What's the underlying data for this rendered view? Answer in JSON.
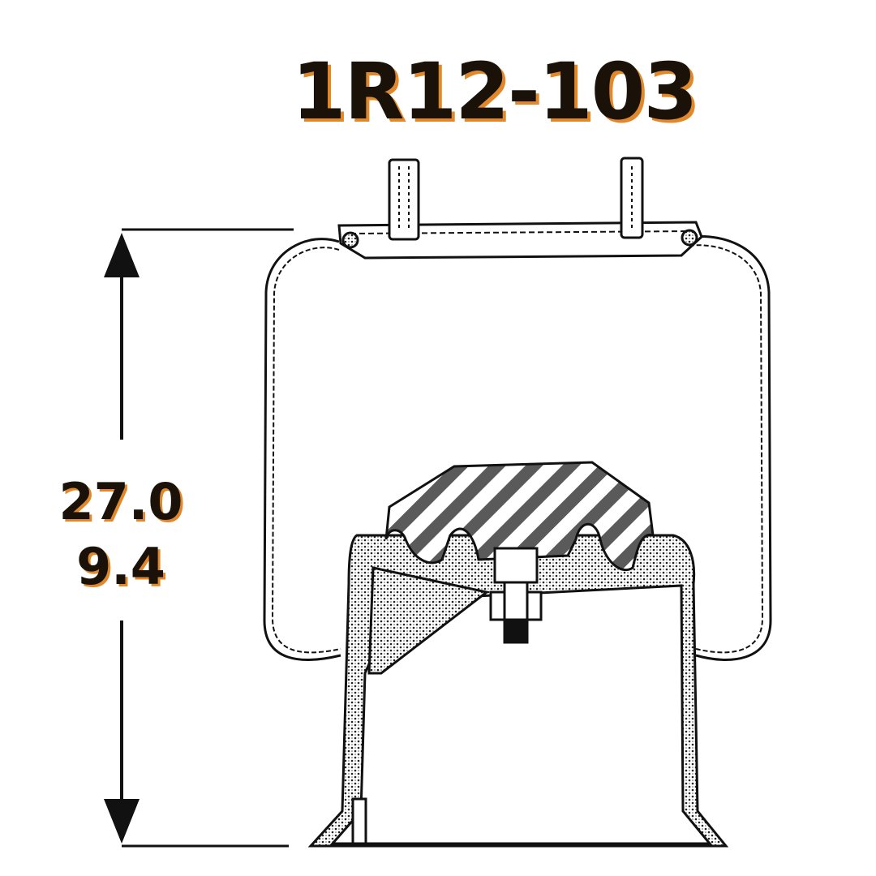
{
  "diagram": {
    "part_number": "1R12-103",
    "dimensions": {
      "max_height": "27.0",
      "min_height": "9.4"
    }
  },
  "colors": {
    "ink": "#111111",
    "text": "#1a1108",
    "text_shadow": "#e0882a",
    "background": "#ffffff"
  }
}
